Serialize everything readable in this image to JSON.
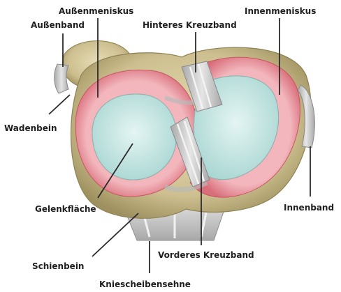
{
  "labels": {
    "aussenmeniskus": "Außenmeniskus",
    "aussenband": "Außenband",
    "hinteres_kreuzband": "Hinteres Kreuzband",
    "innenmeniskus": "Innenmeniskus",
    "wadenbein": "Wadenbein",
    "gelenkflaeche": "Gelenkfläche",
    "innenband": "Innenband",
    "schienbein": "Schienbein",
    "vorderes_kreuzband": "Vorderes Kreuzband",
    "kniescheibensehne": "Kniescheibensehne"
  },
  "colors": {
    "bone": "#cdbf8f",
    "meniscus": "#e58f98",
    "cartilage": "#b9e2df",
    "ligament": "#c9c9c9",
    "leader": "#2a2a2a"
  }
}
